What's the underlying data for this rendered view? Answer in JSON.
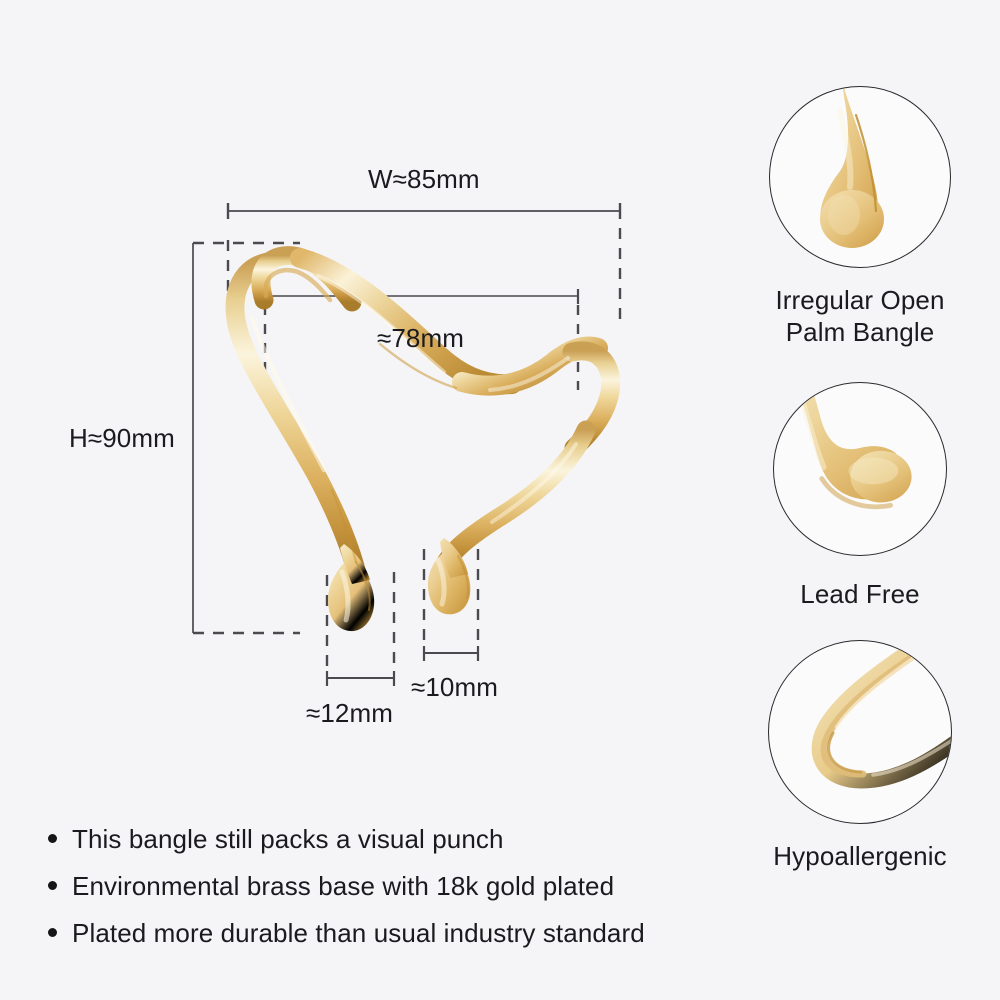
{
  "background_color": "#f5f5f7",
  "product": {
    "name": "Irregular Open Palm Bangle",
    "material_note": "18k gold plated brass",
    "gold_colors": {
      "highlight": "#fbf0d4",
      "light": "#f0d9a4",
      "mid": "#e3b969",
      "deep": "#c9973c",
      "shadow": "#a87a29"
    }
  },
  "dimensions": {
    "width": "W≈85mm",
    "inner_width": "≈78mm",
    "height": "H≈90mm",
    "thickness_left": "≈12mm",
    "thickness_right": "≈10mm"
  },
  "features": [
    {
      "label": "Irregular Open\nPalm Bangle",
      "icon": "teardrop-terminal-icon"
    },
    {
      "label": "Lead Free",
      "icon": "curved-hook-icon"
    },
    {
      "label": "Hypoallergenic",
      "icon": "u-bend-wire-icon"
    }
  ],
  "bullets": [
    "This bangle still packs a visual punch",
    "Environmental brass base with 18k gold plated",
    "Plated more durable than usual industry standard"
  ]
}
